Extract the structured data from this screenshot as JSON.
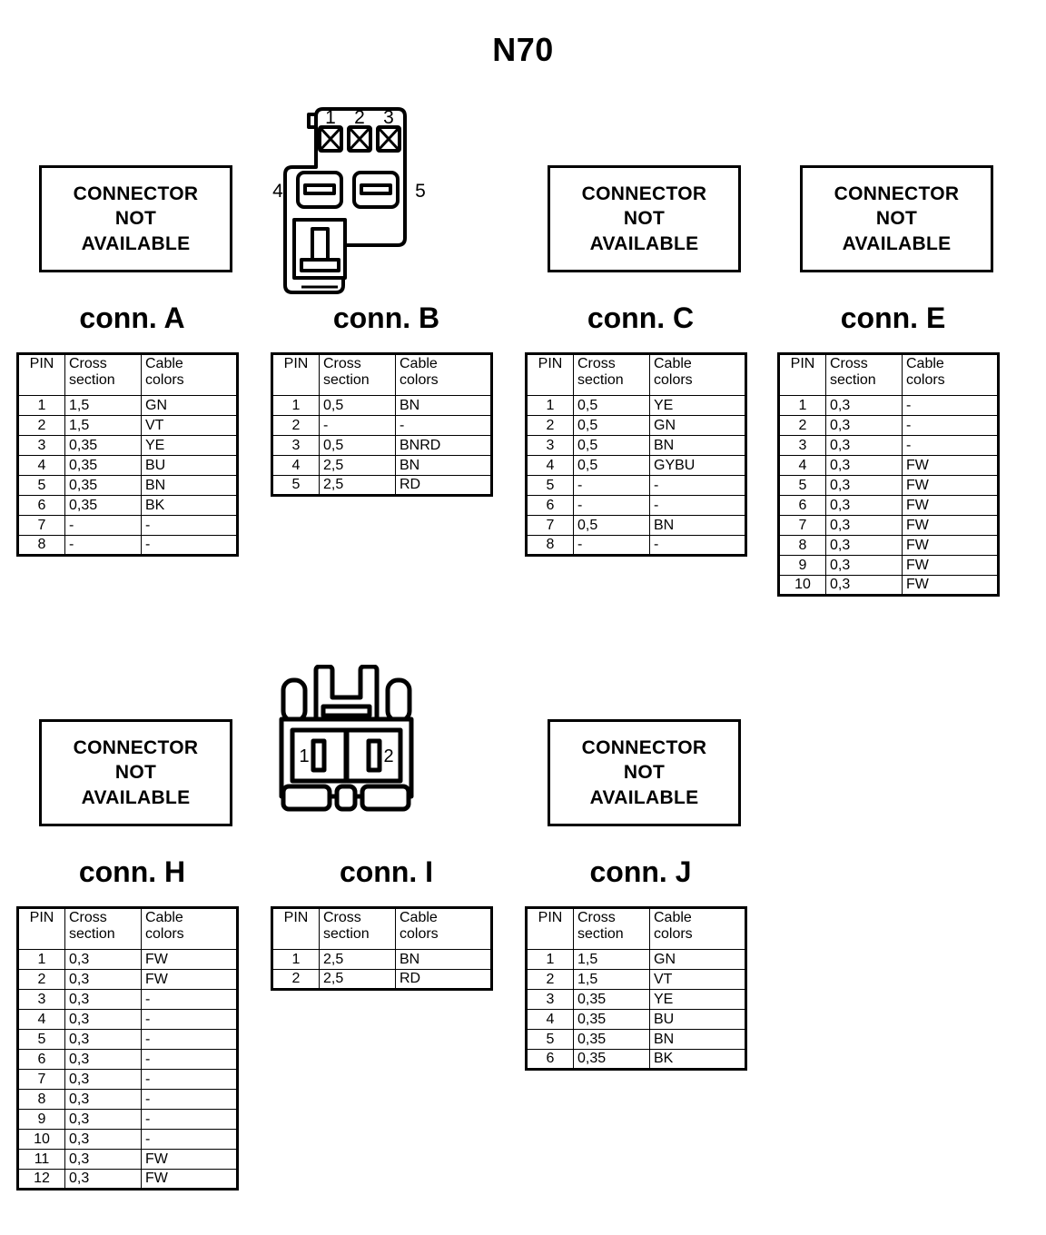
{
  "title": "N70",
  "labels": {
    "not_available_line1": "CONNECTOR",
    "not_available_line2": "NOT",
    "not_available_line3": "AVAILABLE",
    "header_pin": "PIN",
    "header_cross_1": "Cross",
    "header_cross_2": "section",
    "header_cable_1": "Cable",
    "header_cable_2": "colors"
  },
  "connectors": [
    {
      "id": "A",
      "name": "conn. A",
      "artwork": "not-available",
      "rows": [
        {
          "pin": "1",
          "cross": "1,5",
          "color": "GN"
        },
        {
          "pin": "2",
          "cross": "1,5",
          "color": "VT"
        },
        {
          "pin": "3",
          "cross": "0,35",
          "color": "YE"
        },
        {
          "pin": "4",
          "cross": "0,35",
          "color": "BU"
        },
        {
          "pin": "5",
          "cross": "0,35",
          "color": "BN"
        },
        {
          "pin": "6",
          "cross": "0,35",
          "color": "BK"
        },
        {
          "pin": "7",
          "cross": "-",
          "color": "-"
        },
        {
          "pin": "8",
          "cross": "-",
          "color": "-"
        }
      ]
    },
    {
      "id": "B",
      "name": "conn. B",
      "artwork": "connector-b",
      "pin_markers": [
        "1",
        "2",
        "3",
        "4",
        "5"
      ],
      "rows": [
        {
          "pin": "1",
          "cross": "0,5",
          "color": "BN"
        },
        {
          "pin": "2",
          "cross": "-",
          "color": "-"
        },
        {
          "pin": "3",
          "cross": "0,5",
          "color": "BNRD"
        },
        {
          "pin": "4",
          "cross": "2,5",
          "color": "BN"
        },
        {
          "pin": "5",
          "cross": "2,5",
          "color": "RD"
        }
      ]
    },
    {
      "id": "C",
      "name": "conn. C",
      "artwork": "not-available",
      "rows": [
        {
          "pin": "1",
          "cross": "0,5",
          "color": "YE"
        },
        {
          "pin": "2",
          "cross": "0,5",
          "color": "GN"
        },
        {
          "pin": "3",
          "cross": "0,5",
          "color": "BN"
        },
        {
          "pin": "4",
          "cross": "0,5",
          "color": "GYBU"
        },
        {
          "pin": "5",
          "cross": "-",
          "color": "-"
        },
        {
          "pin": "6",
          "cross": "-",
          "color": "-"
        },
        {
          "pin": "7",
          "cross": "0,5",
          "color": "BN"
        },
        {
          "pin": "8",
          "cross": "-",
          "color": "-"
        }
      ]
    },
    {
      "id": "E",
      "name": "conn. E",
      "artwork": "not-available",
      "rows": [
        {
          "pin": "1",
          "cross": "0,3",
          "color": "-"
        },
        {
          "pin": "2",
          "cross": "0,3",
          "color": "-"
        },
        {
          "pin": "3",
          "cross": "0,3",
          "color": "-"
        },
        {
          "pin": "4",
          "cross": "0,3",
          "color": "FW"
        },
        {
          "pin": "5",
          "cross": "0,3",
          "color": "FW"
        },
        {
          "pin": "6",
          "cross": "0,3",
          "color": "FW"
        },
        {
          "pin": "7",
          "cross": "0,3",
          "color": "FW"
        },
        {
          "pin": "8",
          "cross": "0,3",
          "color": "FW"
        },
        {
          "pin": "9",
          "cross": "0,3",
          "color": "FW"
        },
        {
          "pin": "10",
          "cross": "0,3",
          "color": "FW"
        }
      ]
    },
    {
      "id": "H",
      "name": "conn. H",
      "artwork": "not-available",
      "rows": [
        {
          "pin": "1",
          "cross": "0,3",
          "color": "FW"
        },
        {
          "pin": "2",
          "cross": "0,3",
          "color": "FW"
        },
        {
          "pin": "3",
          "cross": "0,3",
          "color": "-"
        },
        {
          "pin": "4",
          "cross": "0,3",
          "color": "-"
        },
        {
          "pin": "5",
          "cross": "0,3",
          "color": "-"
        },
        {
          "pin": "6",
          "cross": "0,3",
          "color": "-"
        },
        {
          "pin": "7",
          "cross": "0,3",
          "color": "-"
        },
        {
          "pin": "8",
          "cross": "0,3",
          "color": "-"
        },
        {
          "pin": "9",
          "cross": "0,3",
          "color": "-"
        },
        {
          "pin": "10",
          "cross": "0,3",
          "color": "-"
        },
        {
          "pin": "11",
          "cross": "0,3",
          "color": "FW"
        },
        {
          "pin": "12",
          "cross": "0,3",
          "color": "FW"
        }
      ]
    },
    {
      "id": "I",
      "name": "conn. I",
      "artwork": "connector-i",
      "pin_markers": [
        "1",
        "2"
      ],
      "rows": [
        {
          "pin": "1",
          "cross": "2,5",
          "color": "BN"
        },
        {
          "pin": "2",
          "cross": "2,5",
          "color": "RD"
        }
      ]
    },
    {
      "id": "J",
      "name": "conn. J",
      "artwork": "not-available",
      "rows": [
        {
          "pin": "1",
          "cross": "1,5",
          "color": "GN"
        },
        {
          "pin": "2",
          "cross": "1,5",
          "color": "VT"
        },
        {
          "pin": "3",
          "cross": "0,35",
          "color": "YE"
        },
        {
          "pin": "4",
          "cross": "0,35",
          "color": "BU"
        },
        {
          "pin": "5",
          "cross": "0,35",
          "color": "BN"
        },
        {
          "pin": "6",
          "cross": "0,35",
          "color": "BK"
        }
      ]
    }
  ]
}
